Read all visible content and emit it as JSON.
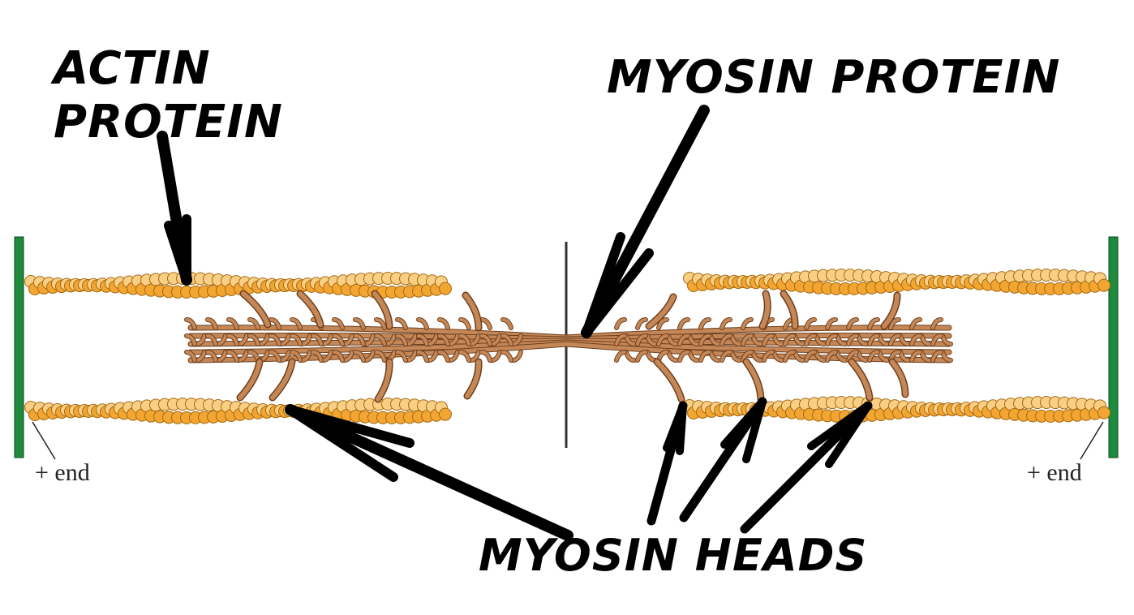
{
  "labels": {
    "actin_line1": "ACTIN",
    "actin_line2": "PROTEIN",
    "myosin_protein": "MYOSIN PROTEIN",
    "myosin_heads": "MYOSIN HEADS",
    "plus_end_left": "+ end",
    "plus_end_right": "+ end"
  },
  "colors": {
    "actin_bead": "#f2a531",
    "actin_bead_light": "#f9cf85",
    "actin_outline": "#a86a10",
    "myosin_fill": "#c48757",
    "myosin_outline": "#6e3f1c",
    "z_line": "#1e8a3c",
    "arrow": "#000000"
  }
}
